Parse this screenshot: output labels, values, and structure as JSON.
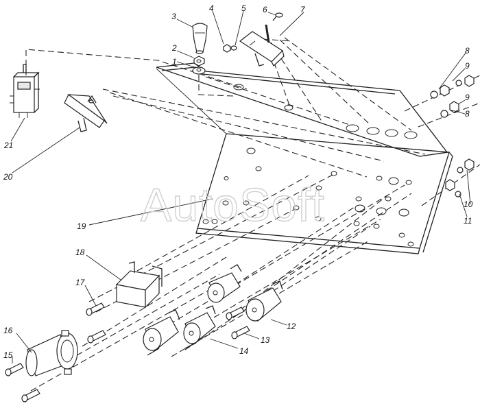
{
  "watermark": "AutoSoft",
  "callouts": [
    {
      "id": "1",
      "label": "1"
    },
    {
      "id": "2",
      "label": "2"
    },
    {
      "id": "3",
      "label": "3"
    },
    {
      "id": "4",
      "label": "4"
    },
    {
      "id": "5",
      "label": "5"
    },
    {
      "id": "6",
      "label": "6"
    },
    {
      "id": "7",
      "label": "7"
    },
    {
      "id": "8a",
      "label": "8"
    },
    {
      "id": "9a",
      "label": "9"
    },
    {
      "id": "9b",
      "label": "9"
    },
    {
      "id": "8b",
      "label": "8"
    },
    {
      "id": "10",
      "label": "10"
    },
    {
      "id": "11",
      "label": "11"
    },
    {
      "id": "12",
      "label": "12"
    },
    {
      "id": "13",
      "label": "13"
    },
    {
      "id": "14",
      "label": "14"
    },
    {
      "id": "15",
      "label": "15"
    },
    {
      "id": "16",
      "label": "16"
    },
    {
      "id": "17",
      "label": "17"
    },
    {
      "id": "18",
      "label": "18"
    },
    {
      "id": "19",
      "label": "19"
    },
    {
      "id": "20",
      "label": "20"
    },
    {
      "id": "21",
      "label": "21"
    }
  ]
}
